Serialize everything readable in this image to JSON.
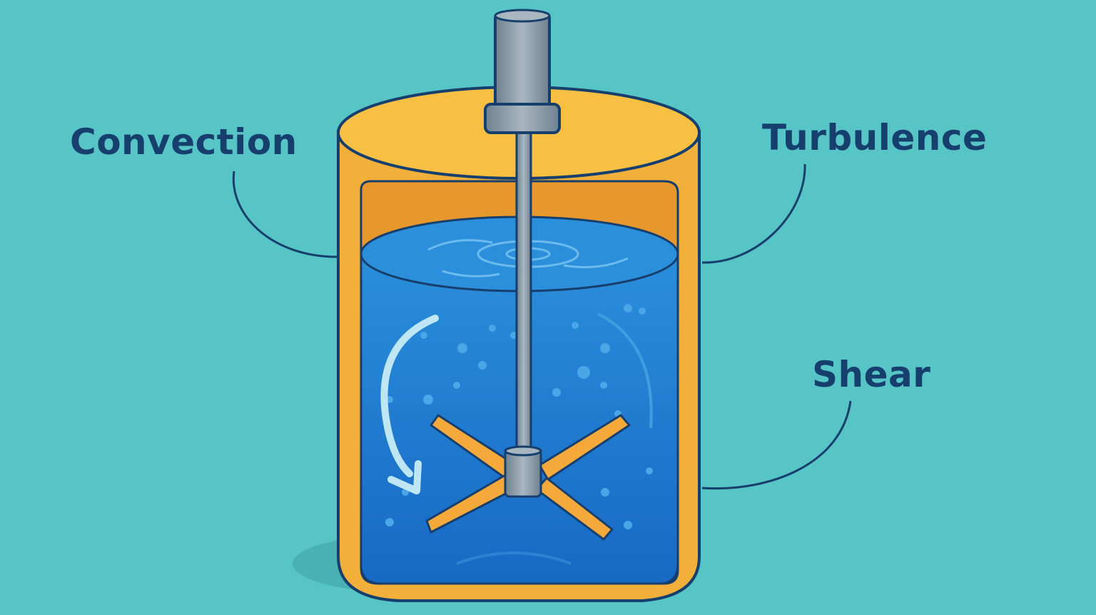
{
  "labels": {
    "convection": "Convection",
    "turbulence": "Turbulence",
    "shear": "Shear"
  },
  "colors": {
    "background": "#57c4c6",
    "tank_outer": "#f2b03a",
    "tank_inner": "#e7982d",
    "tank_lid": "#f8c043",
    "outline": "#163f6e",
    "liquid": "#1f78cf",
    "liquid_surface": "#2b8fdc",
    "shaft": "#8a9aa6",
    "impeller": "#f5a93a",
    "arrow": "#bfe6f5"
  },
  "icons": {
    "flow_arrow": "curved-arrow-down-icon"
  }
}
